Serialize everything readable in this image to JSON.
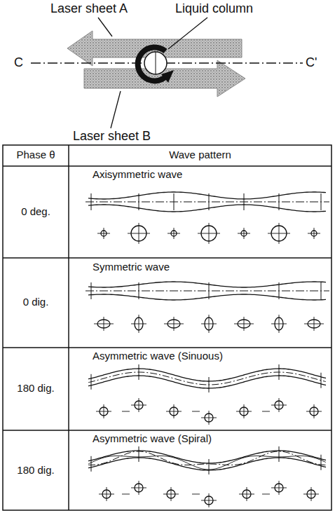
{
  "diagram": {
    "labels": [
      "Laser sheet A",
      "Liquid column",
      "C",
      "C'",
      "Laser sheet B",
      "Phase θ",
      "Wave pattern",
      "0 deg.",
      "Axisymmetric wave",
      "0 dig.",
      "Symmetric wave",
      "180 dig.",
      "Asymmetric wave (Sinuous)",
      "180 dig.",
      "Asymmetric wave (Spiral)"
    ]
  }
}
